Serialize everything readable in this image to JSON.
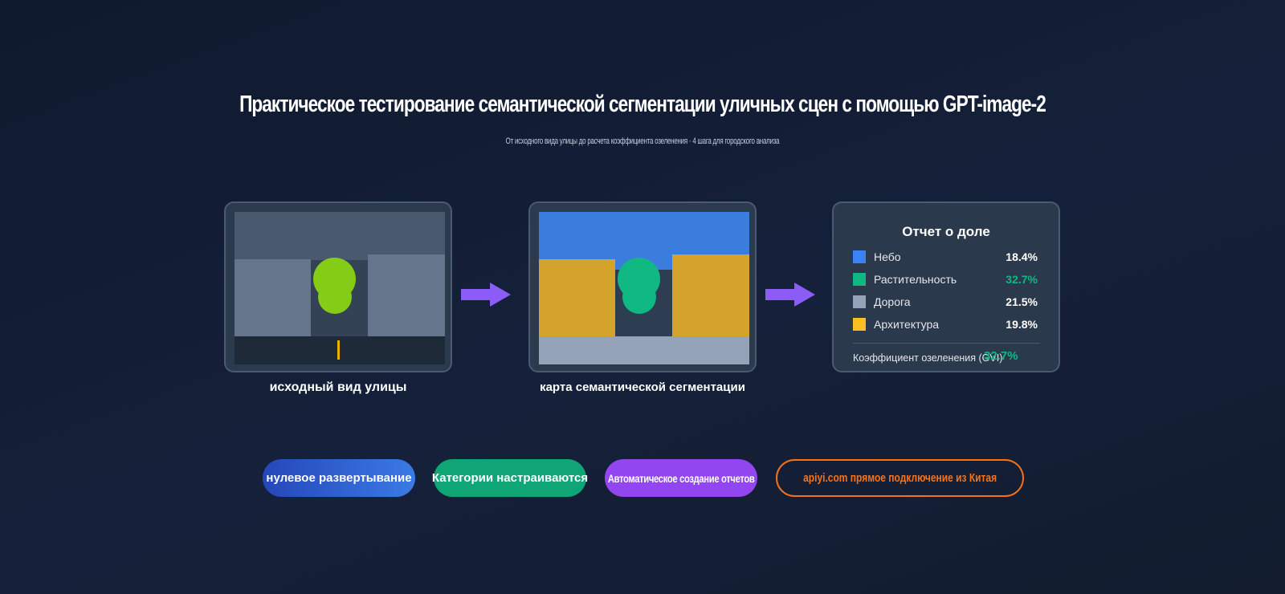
{
  "header": {
    "title": "Практическое тестирование семантической сегментации уличных сцен с помощью GPT-image-2",
    "subtitle": "От исходного вида улицы до расчета коэффициента озеленения · 4 шага для городского анализа"
  },
  "panels": {
    "original_caption": "исходный вид улицы",
    "segmentation_caption": "карта семантической сегментации"
  },
  "report": {
    "title": "Отчет о доле",
    "rows": [
      {
        "label": "Небо",
        "value": "18.4%",
        "color": "#3b82f6"
      },
      {
        "label": "Растительность",
        "value": "32.7%",
        "color": "#10b981"
      },
      {
        "label": "Дорога",
        "value": "21.5%",
        "color": "#94a3b8"
      },
      {
        "label": "Архитектура",
        "value": "19.8%",
        "color": "#fbbf24"
      }
    ],
    "green_label": "Коэффициент озеленения (GVI)",
    "green_value": "32.7%"
  },
  "colors": {
    "sky": "#3b7ddd",
    "vegetation": "#10b981",
    "road": "#94a3b8",
    "architecture": "#d4a32b",
    "tree_original": "#84cc16",
    "arrow": "#8b5cf6",
    "accent_orange": "#f97316"
  },
  "badges": [
    {
      "label": "нулевое развертывание"
    },
    {
      "label": "Категории настраиваются"
    },
    {
      "label": "Автоматическое создание отчетов"
    },
    {
      "label": "apiyi.com прямое подключение из Китая"
    }
  ]
}
